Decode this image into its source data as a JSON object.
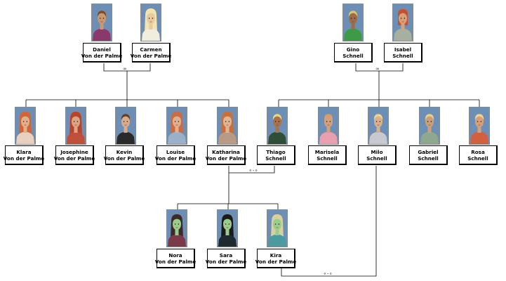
{
  "marriage_symbols": {
    "parents_von_der_palme": "∞",
    "parents_schnell": "∞",
    "katharina_thiago": "⚬-⚬",
    "kira_milo": "⚬-⚬"
  },
  "people": {
    "daniel": {
      "first": "Daniel",
      "last": "Von der Palme",
      "portrait": {
        "bg": "#6e8fb5",
        "skin": "#c9986e",
        "hair": "#7a4a2a",
        "shirt": "#8a3a6a",
        "hair_style": "short"
      }
    },
    "carmen": {
      "first": "Carmen",
      "last": "Von der Palme",
      "portrait": {
        "bg": "#6e8fb5",
        "skin": "#e9c9a0",
        "hair": "#f0e4b0",
        "shirt": "#f1eee0",
        "hair_style": "long"
      }
    },
    "gino": {
      "first": "Gino",
      "last": "Schnell",
      "portrait": {
        "bg": "#6e8fb5",
        "skin": "#a06c48",
        "hair": "#d6c87a",
        "shirt": "#3e9a48",
        "hair_style": "short"
      }
    },
    "isabel": {
      "first": "Isabel",
      "last": "Schnell",
      "portrait": {
        "bg": "#6e8fb5",
        "skin": "#d7a07a",
        "hair": "#c4502e",
        "shirt": "#a7b0a0",
        "hair_style": "medium"
      }
    },
    "klara": {
      "first": "Klara",
      "last": "Von der Palme",
      "portrait": {
        "bg": "#6e8fb5",
        "skin": "#e2b08a",
        "hair": "#d2643a",
        "shirt": "#e8cfc0",
        "hair_style": "long"
      }
    },
    "josephine": {
      "first": "Josephine",
      "last": "Von der Palme",
      "portrait": {
        "bg": "#6e8fb5",
        "skin": "#dba484",
        "hair": "#b8442c",
        "shirt": "#c0503c",
        "hair_style": "long"
      }
    },
    "kevin": {
      "first": "Kevin",
      "last": "Von der Palme",
      "portrait": {
        "bg": "#6e8fb5",
        "skin": "#d8ac8a",
        "hair": "#5a4030",
        "shirt": "#2a2a2a",
        "hair_style": "short"
      }
    },
    "louise": {
      "first": "Louise",
      "last": "Von der Palme",
      "portrait": {
        "bg": "#6e8fb5",
        "skin": "#e0b090",
        "hair": "#cc6a40",
        "shirt": "#9ab0c8",
        "hair_style": "long"
      }
    },
    "katharina": {
      "first": "Katharina",
      "last": "Von der Palme",
      "portrait": {
        "bg": "#6e8fb5",
        "skin": "#e2b496",
        "hair": "#c8703c",
        "shirt": "#b89a86",
        "hair_style": "long"
      }
    },
    "thiago": {
      "first": "Thiago",
      "last": "Schnell",
      "portrait": {
        "bg": "#6e8fb5",
        "skin": "#a8724c",
        "hair": "#e4d890",
        "shirt": "#2f4e3a",
        "hair_style": "short"
      }
    },
    "marisela": {
      "first": "Marisela",
      "last": "Schnell",
      "portrait": {
        "bg": "#6e8fb5",
        "skin": "#d2a07c",
        "hair": "#d0a070",
        "shirt": "#e8a0b0",
        "hair_style": "short"
      }
    },
    "milo": {
      "first": "Milo",
      "last": "Schnell",
      "portrait": {
        "bg": "#6e8fb5",
        "skin": "#d8b08c",
        "hair": "#e8d6a0",
        "shirt": "#c8c8d0",
        "hair_style": "short"
      }
    },
    "gabriel": {
      "first": "Gabriel",
      "last": "Schnell",
      "portrait": {
        "bg": "#6e8fb5",
        "skin": "#caa078",
        "hair": "#e4d090",
        "shirt": "#8ea890",
        "hair_style": "short"
      }
    },
    "rosa": {
      "first": "Rosa",
      "last": "Schnell",
      "portrait": {
        "bg": "#6e8fb5",
        "skin": "#d8a07a",
        "hair": "#e8d6a0",
        "shirt": "#d06040",
        "hair_style": "short"
      }
    },
    "nora": {
      "first": "Nora",
      "last": "Von der Palme",
      "portrait": {
        "bg": "#6e8fb5",
        "skin": "#9ccc8c",
        "hair": "#3a2a2a",
        "shirt": "#7a3a4a",
        "hair_style": "long"
      }
    },
    "sara": {
      "first": "Sara",
      "last": "Von der Palme",
      "portrait": {
        "bg": "#6e8fb5",
        "skin": "#9ccc8c",
        "hair": "#1a1a1a",
        "shirt": "#1e2a30",
        "hair_style": "long"
      }
    },
    "kira": {
      "first": "Kira",
      "last": "Von der Palme",
      "portrait": {
        "bg": "#6e8fb5",
        "skin": "#9ccc8c",
        "hair": "#d8d0a0",
        "shirt": "#4a9aa0",
        "hair_style": "long"
      }
    }
  },
  "colors": {
    "line": "#000000",
    "marriage_line": "#555555",
    "portrait_border": "#8a8a8a"
  }
}
